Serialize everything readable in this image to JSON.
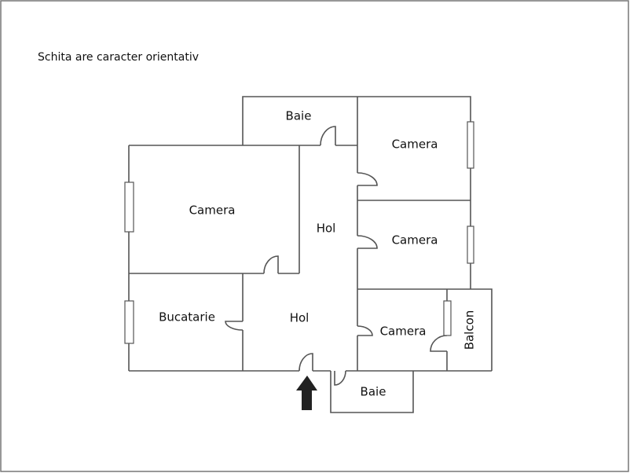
{
  "note": "Schita are caracter orientativ",
  "rooms": {
    "baie_top": "Baie",
    "camera_top_right": "Camera",
    "camera_left": "Camera",
    "hol_upper": "Hol",
    "camera_mid_right": "Camera",
    "bucatarie": "Bucatarie",
    "hol_lower": "Hol",
    "camera_bottom_right": "Camera",
    "balcon": "Balcon",
    "baie_bottom": "Baie"
  },
  "entrance_icon": "arrow-up-icon",
  "colors": {
    "walls": "#555555",
    "arrow": "#222222"
  }
}
